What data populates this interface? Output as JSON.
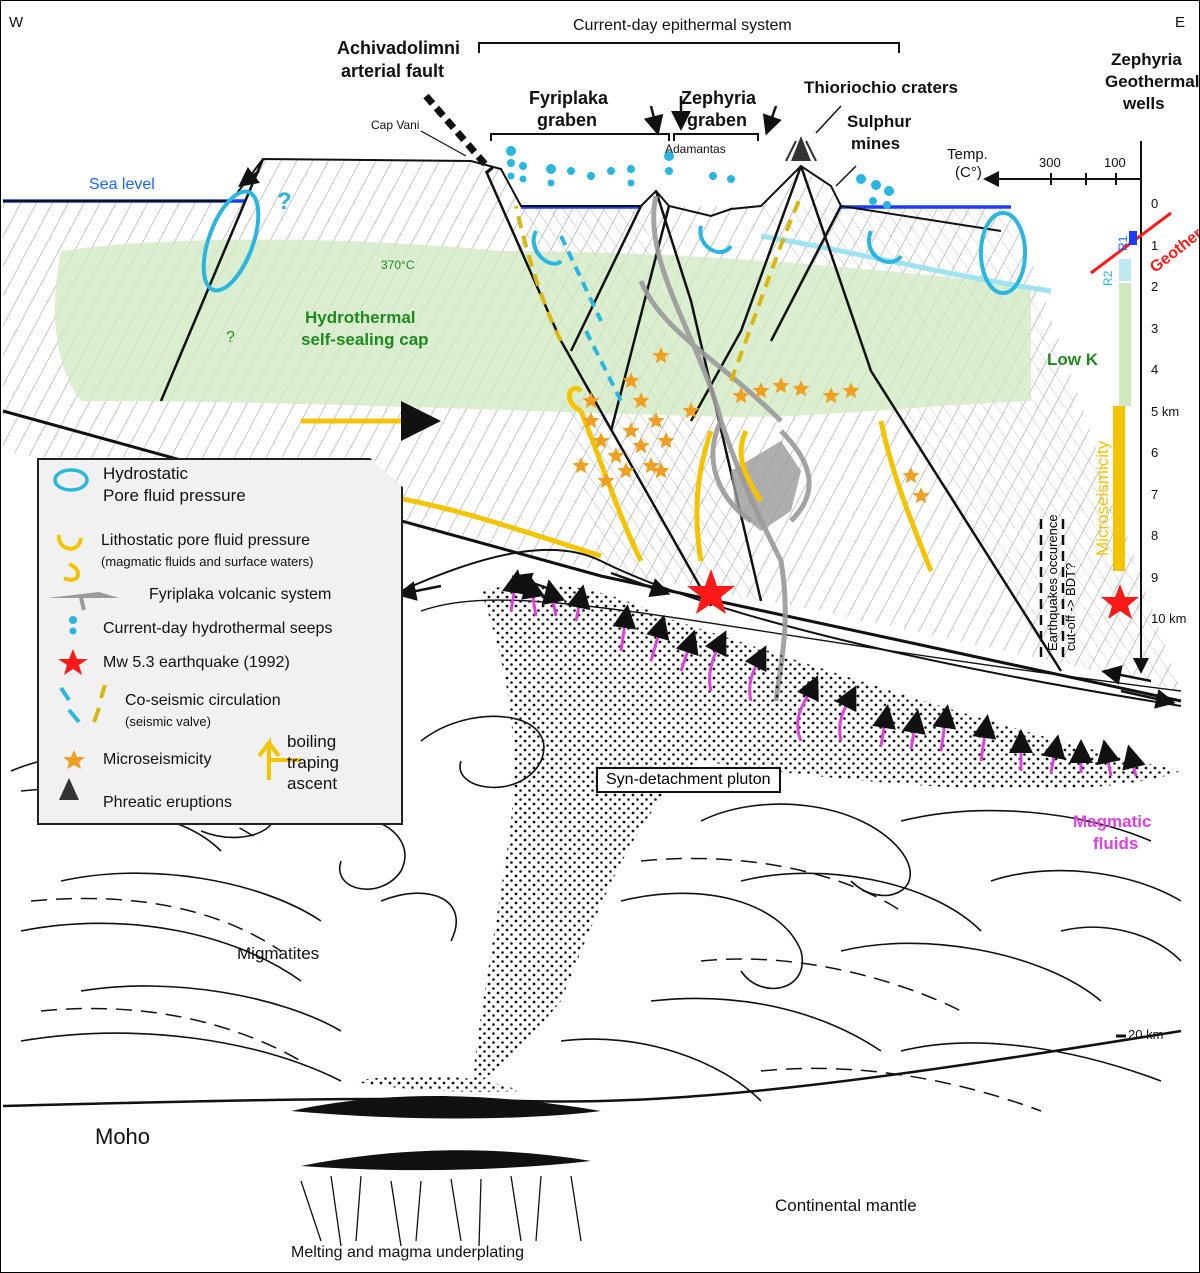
{
  "corners": {
    "west": "W",
    "east": "E"
  },
  "top": {
    "epithermal": "Current-day epithermal system",
    "fault_line1": "Achivadolimni",
    "fault_line2": "arterial fault",
    "fyriplaka_line1": "Fyriplaka",
    "fyriplaka_line2": "graben",
    "zephyria_line1": "Zephyria",
    "zephyria_line2": "graben",
    "adamantas": "Adamantas",
    "thioriochio": "Thioriochio craters",
    "sulphur_line1": "Sulphur",
    "sulphur_line2": "mines",
    "wells_line1": "Zephyria",
    "wells_line2": "Geothermal",
    "wells_line3": "wells",
    "cap_vani": "Cap Vani",
    "sea_level": "Sea level"
  },
  "section": {
    "q1": "?",
    "q2": "?",
    "iso370": "370°C",
    "cap_line1": "Hydrothermal",
    "cap_line2": "self-sealing cap",
    "low_k": "Low K"
  },
  "temp_scale": {
    "label_line1": "Temp.",
    "label_line2": "(C°)",
    "ticks": [
      "300",
      "100"
    ],
    "geotherm": "Geotherm",
    "r1": "R1",
    "r2": "R2"
  },
  "depth_scale": {
    "labels": [
      "0",
      "1",
      "2",
      "3",
      "4",
      "5 km",
      "6",
      "7",
      "8",
      "9",
      "10 km"
    ],
    "microseismicity": "Microseismicity",
    "eq_line1": "Earthquakes occurence",
    "eq_line2": "cut-off -> BDT?",
    "km20": "20 km"
  },
  "legend": {
    "hydrostatic_line1": "Hydrostatic",
    "hydrostatic_line2": "Pore fluid pressure",
    "litho_line1": "Lithostatic pore fluid pressure",
    "litho_line2": "(magmatic fluids and surface waters)",
    "volcanic": "Fyriplaka volcanic system",
    "seeps": "Current-day hydrothermal seeps",
    "earthquake": "Mw 5.3 earthquake (1992)",
    "coseismic_line1": "Co-seismic circulation",
    "coseismic_line2": "(seismic valve)",
    "microseismicity": "Microseismicity",
    "boiling": "boiling",
    "traping": "traping",
    "ascent": "ascent",
    "phreatic": "Phreatic eruptions"
  },
  "deep": {
    "pluton": "Syn-detachment pluton",
    "magmatic_line1": "Magmatic",
    "magmatic_line2": "fluids",
    "migmatites": "Migmatites",
    "moho": "Moho",
    "mantle": "Continental mantle",
    "melting": "Melting and magma underplating"
  },
  "colors": {
    "sea": "#1a3dff",
    "cap_green": "#cfe8c0",
    "hydrostatic": "#29b6e0",
    "lithostatic": "#f5c400",
    "microseismicity": "#f0a020",
    "earthquake": "#ff1a1a",
    "magmatic": "#e040e0",
    "volcanic": "#9a9a9a",
    "geotherm": "#ff1a1a"
  }
}
